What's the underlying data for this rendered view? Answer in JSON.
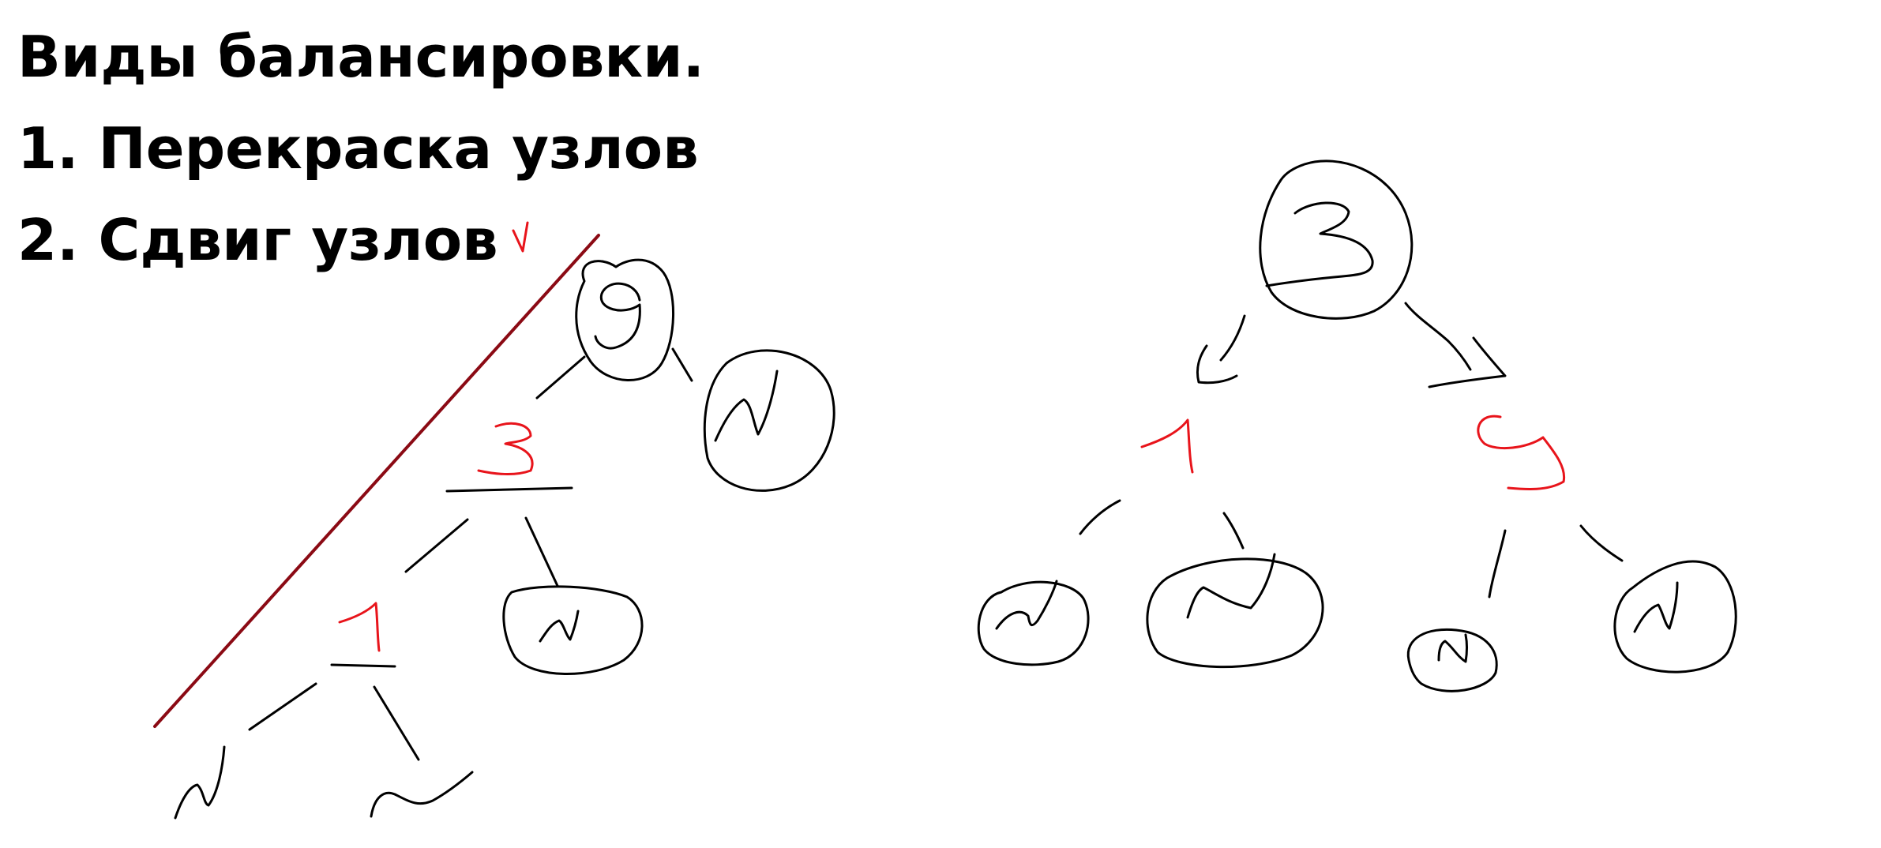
{
  "heading": {
    "title": "Виды балансировки.",
    "item_1": "1. Перекраска узлов",
    "item_2": "2. Сдвиг узлов"
  },
  "colors": {
    "black_ink": "#000000",
    "red_ink": "#e8141b",
    "strike_line": "#8b0a14"
  },
  "left_tree": {
    "nodes": [
      {
        "label": "9",
        "color": "black"
      },
      {
        "label": "3",
        "color": "red"
      },
      {
        "label": "1",
        "color": "red"
      }
    ]
  },
  "right_tree": {
    "nodes": [
      {
        "label": "3",
        "color": "black"
      },
      {
        "label": "1",
        "color": "red"
      },
      {
        "label": "9",
        "color": "red"
      }
    ]
  }
}
